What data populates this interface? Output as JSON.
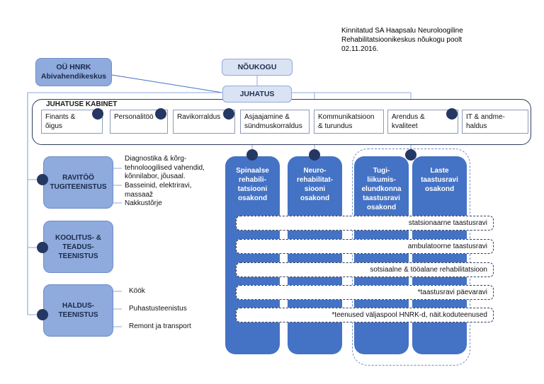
{
  "approval_note": {
    "lines": [
      "Kinnitatud SA Haapsalu Neuroloogiline",
      "Rehabilitatsioonikeskus nõukogu poolt",
      "02.11.2016."
    ]
  },
  "top": {
    "council": "NÕUKOGU",
    "board": "JUHATUS",
    "subsidiary": "OÜ HNRK\nAbivahendikeskus"
  },
  "cabinet": {
    "title": "JUHATUSE KABINET",
    "units": [
      {
        "label": "Finants &\nõigus",
        "has_dot": true
      },
      {
        "label": "Personalitöö",
        "has_dot": true
      },
      {
        "label": "Ravikorraldus",
        "has_dot": true
      },
      {
        "label": "Asjaajamine &\nsündmuskorraldus",
        "has_dot": false
      },
      {
        "label": "Kommunikatsioon\n& turundus",
        "has_dot": false
      },
      {
        "label": "Arendus &\nkvaliteet",
        "has_dot": true
      },
      {
        "label": "IT & andme-\nhaldus",
        "has_dot": false
      }
    ]
  },
  "support_services": [
    {
      "label": "RAVITÖÖ\nTUGITEENISTUS",
      "items": [
        "Diagnostika & kõrg-\ntehnoloogilised vahendid,\nkõnnilabor, jõusaal.",
        "Basseinid, elektriravi,\nmassaaž",
        "Nakkustõrje"
      ]
    },
    {
      "label": "KOOLITUS- &\nTEADUS-\nTEENISTUS",
      "items": []
    },
    {
      "label": "HALDUS-\nTEENISTUS",
      "items": [
        "Köök",
        "Puhastusteenistus",
        "Remont ja transport"
      ]
    }
  ],
  "departments": [
    {
      "label": "Spinaalse\nrehabili-\ntatsiooni\nosakond"
    },
    {
      "label": "Neuro-\nrehabilitat-\nsiooni\nosakond"
    },
    {
      "label": "Tugi-\nliikumis-\nelundkonna\ntaastusravi\nosakond"
    },
    {
      "label": "Laste\ntaastusravi\nosakond"
    }
  ],
  "services": [
    "statsionaarne taastusravi",
    "ambulatoorne taastusravi",
    "sotsiaalne & tööalane rehabilitatsioon",
    "*taastusravi päevaravi",
    "*teenused väljaspool HNRK-d, näit.koduteenused"
  ],
  "colors": {
    "light_node": "#dae3f3",
    "mid_node": "#8faadc",
    "department": "#4472c4",
    "dot": "#253763",
    "connector": "#8faadc"
  }
}
